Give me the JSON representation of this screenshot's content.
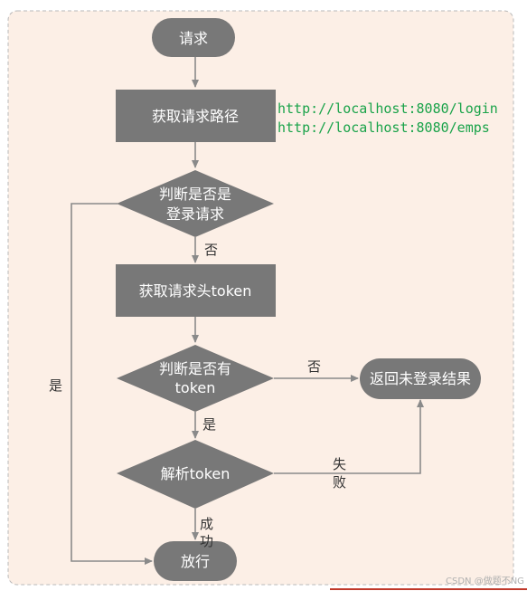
{
  "colors": {
    "background": "#fcefe6",
    "border": "#b9b9b9",
    "node_fill": "#787878",
    "edge": "#8a8a8a",
    "url_text": "#1aa34a",
    "accent_line": "#c0392b"
  },
  "nodes": {
    "start": "请求",
    "get_path": "获取请求路径",
    "is_login_line1": "判断是否是",
    "is_login_line2": "登录请求",
    "get_token": "获取请求头token",
    "has_token_line1": "判断是否有",
    "has_token_line2": "token",
    "parse_token": "解析token",
    "not_logged_in": "返回未登录结果",
    "allow": "放行"
  },
  "edges": {
    "no_1": "否",
    "yes_1": "是",
    "no_2": "否",
    "yes_2": "是",
    "fail_1": "失",
    "fail_2": "败",
    "success_1": "成",
    "success_2": "功"
  },
  "urls": [
    "http://localhost:8080/login",
    "http://localhost:8080/emps"
  ],
  "watermark": "CSDN @做题不NG"
}
